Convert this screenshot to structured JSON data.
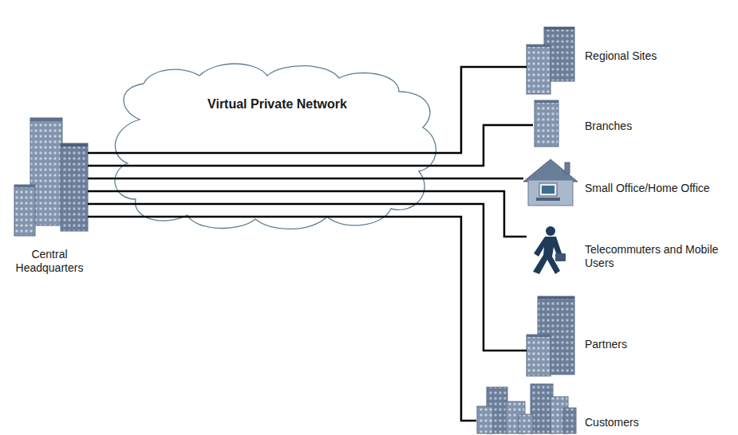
{
  "diagram": {
    "nodes": [
      {
        "text": [
          "Central Headquarters"
        ]
      },
      {
        "text": [
          "Virtual Private Network"
        ]
      },
      {
        "text": [
          "Regional Sites"
        ]
      },
      {
        "text": [
          "Branches"
        ]
      },
      {
        "text": [
          "Small Office/Home Office"
        ]
      },
      {
        "text": [
          "Telecommuters and Mobile Users"
        ]
      },
      {
        "text": [
          "Partners"
        ]
      },
      {
        "text": [
          "Customers"
        ]
      }
    ],
    "edges": [
      {
        "from": 0,
        "to": 2,
        "arrow": "none"
      },
      {
        "from": 0,
        "to": 3,
        "arrow": "none"
      },
      {
        "from": 0,
        "to": 4,
        "arrow": "none"
      },
      {
        "from": 0,
        "to": 5,
        "arrow": "none"
      },
      {
        "from": 0,
        "to": 6,
        "arrow": "none"
      },
      {
        "from": 0,
        "to": 7,
        "arrow": "none"
      }
    ]
  }
}
